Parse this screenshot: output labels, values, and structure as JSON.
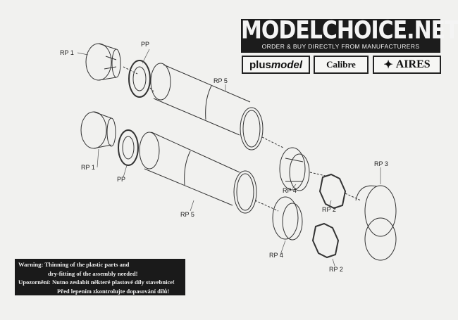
{
  "banner": {
    "title": "MODELCHOICE.NET",
    "subtitle": "ORDER & BUY DIRECTLY FROM MANUFACTURERS"
  },
  "logos": {
    "plusmodel_a": "plus",
    "plusmodel_b": "model",
    "calibre": "Calibre",
    "aires": "AIRES"
  },
  "labels": {
    "rp1_top": "RP 1",
    "pp_top": "PP",
    "rp5_top": "RP 5",
    "rp1_bottom": "RP 1",
    "pp_bottom": "PP",
    "rp5_bottom": "RP 5",
    "rp4_top": "RP 4",
    "rp2_top": "RP 2",
    "rp3": "RP 3",
    "rp4_bottom": "RP 4",
    "rp2_bottom": "RP 2"
  },
  "warning": {
    "line1": "Warning: Thinning of the plastic parts and",
    "line2": "dry-fitting of the assembly needed!",
    "line3": "Upozornění: Nutno zeslabit některé plastové díly stavebnice!",
    "line4": "Před lepením zkontrolujte dopasování dílů!"
  }
}
